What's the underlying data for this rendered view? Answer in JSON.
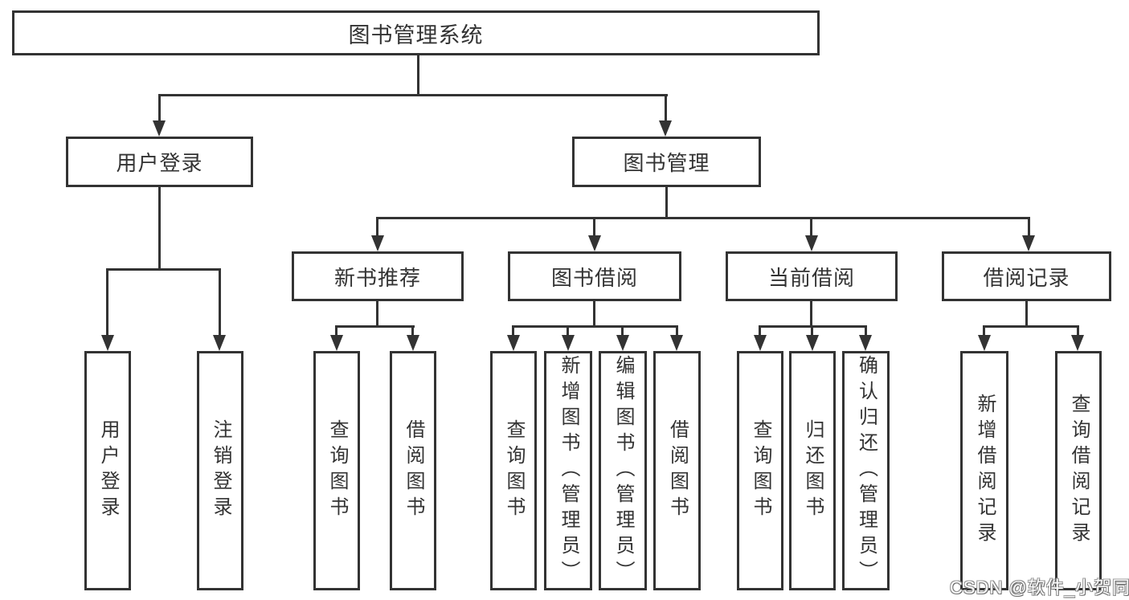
{
  "diagram": {
    "tree": {
      "label": "图书管理系统",
      "children": [
        {
          "label": "用户登录",
          "children": [
            {
              "label": "用户登录"
            },
            {
              "label": "注销登录"
            }
          ]
        },
        {
          "label": "图书管理",
          "children": [
            {
              "label": "新书推荐",
              "children": [
                {
                  "label": "查询图书"
                },
                {
                  "label": "借阅图书"
                }
              ]
            },
            {
              "label": "图书借阅",
              "children": [
                {
                  "label": "查询图书"
                },
                {
                  "label": "新增图书（管理员）"
                },
                {
                  "label": "编辑图书（管理员）"
                },
                {
                  "label": "借阅图书"
                }
              ]
            },
            {
              "label": "当前借阅",
              "children": [
                {
                  "label": "查询图书"
                },
                {
                  "label": "归还图书"
                },
                {
                  "label": "确认归还（管理员）"
                }
              ]
            },
            {
              "label": "借阅记录",
              "children": [
                {
                  "label": "新增借阅记录"
                },
                {
                  "label": "查询借阅记录"
                }
              ]
            }
          ]
        }
      ]
    },
    "colors": {
      "line": "#333333",
      "border": "#333333",
      "text": "#333333",
      "background": "#ffffff"
    },
    "watermark": "CSDN @软件_小贺同学"
  }
}
